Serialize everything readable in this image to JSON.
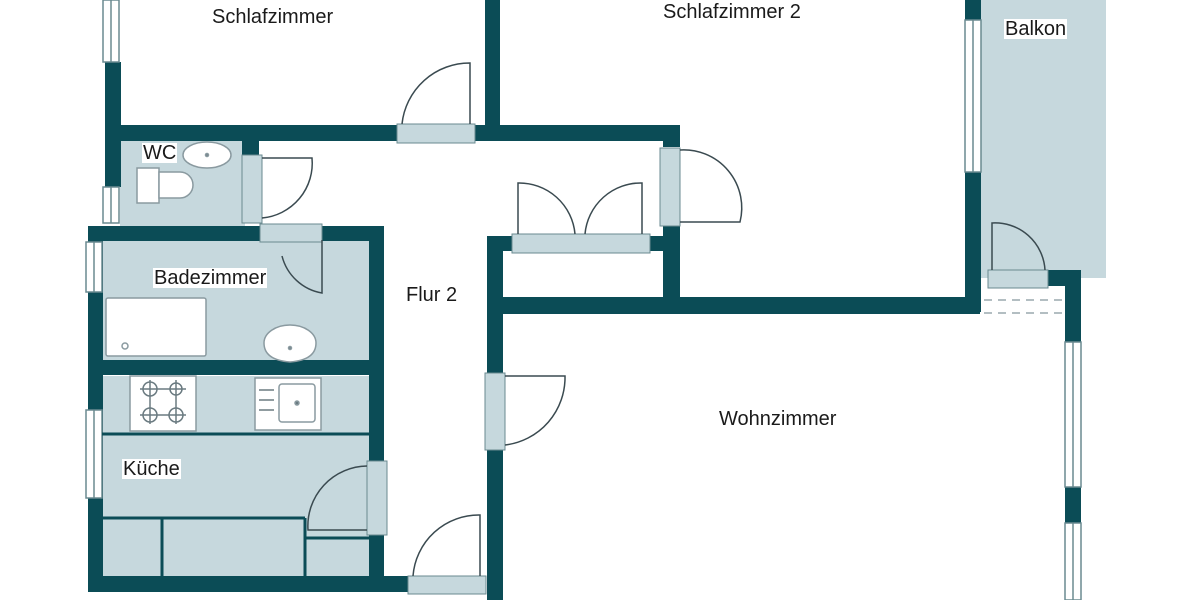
{
  "floorplan": {
    "colors": {
      "wall": "#0b4c56",
      "wet_floor": "#c6d8dd",
      "door_frame": "#c6d8dd",
      "background": "#ffffff",
      "text": "#1a1a1a"
    },
    "rooms": [
      {
        "id": "schlafzimmer",
        "label": "Schlafzimmer"
      },
      {
        "id": "schlafzimmer-2",
        "label": "Schlafzimmer 2"
      },
      {
        "id": "balkon",
        "label": "Balkon"
      },
      {
        "id": "wc",
        "label": "WC"
      },
      {
        "id": "badezimmer",
        "label": "Badezimmer"
      },
      {
        "id": "flur-2",
        "label": "Flur 2"
      },
      {
        "id": "kueche",
        "label": "Küche"
      },
      {
        "id": "wohnzimmer",
        "label": "Wohnzimmer"
      }
    ]
  }
}
